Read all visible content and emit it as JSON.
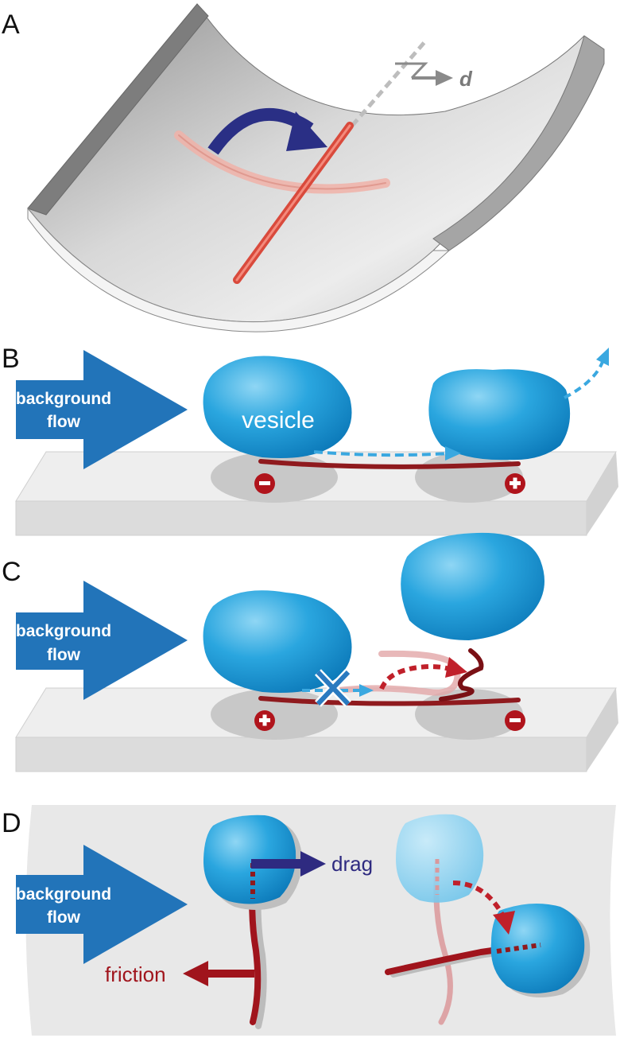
{
  "panels": {
    "a": {
      "label": "A",
      "displacement_label": "d"
    },
    "b": {
      "label": "B",
      "flow_line1": "background",
      "flow_line2": "flow",
      "vesicle_label": "vesicle"
    },
    "c": {
      "label": "C",
      "flow_line1": "background",
      "flow_line2": "flow"
    },
    "d": {
      "label": "D",
      "flow_line1": "background",
      "flow_line2": "flow",
      "drag_label": "drag",
      "friction_label": "friction"
    }
  },
  "colors": {
    "flow_arrow": "#2274b9",
    "vesicle": "#22a0dc",
    "microtubule": "#8f1a1e",
    "red_rod": "#d94a3c",
    "drag_arrow": "#2e2a80",
    "friction_arrow": "#a0141c",
    "motion_arrow": "#3aa8e0",
    "surface": "#e6e6e6"
  }
}
